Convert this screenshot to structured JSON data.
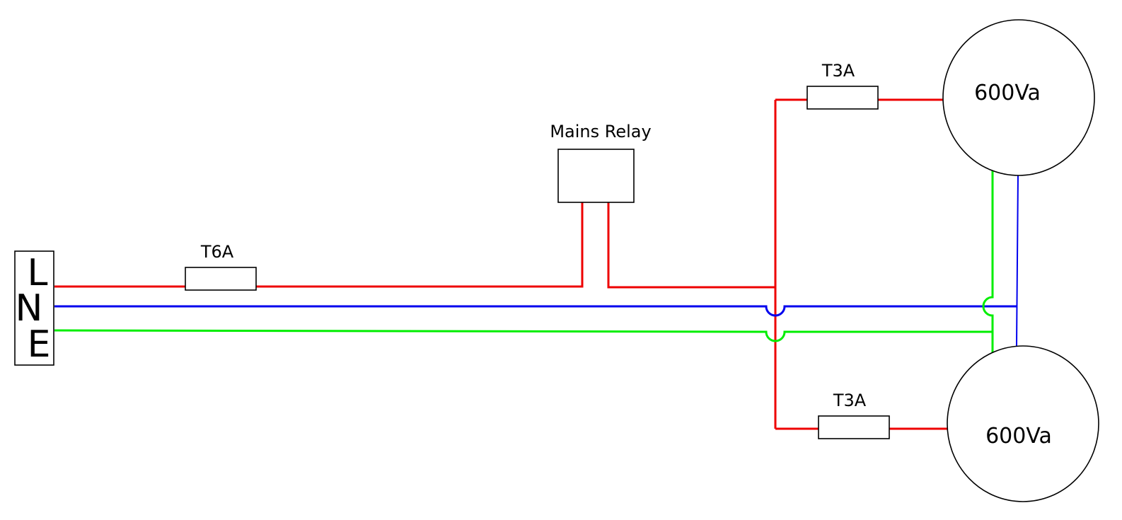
{
  "terminal": {
    "live": "L",
    "neutral": "N",
    "earth": "E"
  },
  "fuses": {
    "main": "T6A",
    "upper": "T3A",
    "lower": "T3A"
  },
  "relay": {
    "label": "Mains Relay"
  },
  "transformers": {
    "upper": "600Va",
    "lower": "600Va"
  },
  "colors": {
    "live": "#ee0000",
    "neutral": "#0000ee",
    "earth": "#00ee00",
    "outline": "#000000"
  }
}
